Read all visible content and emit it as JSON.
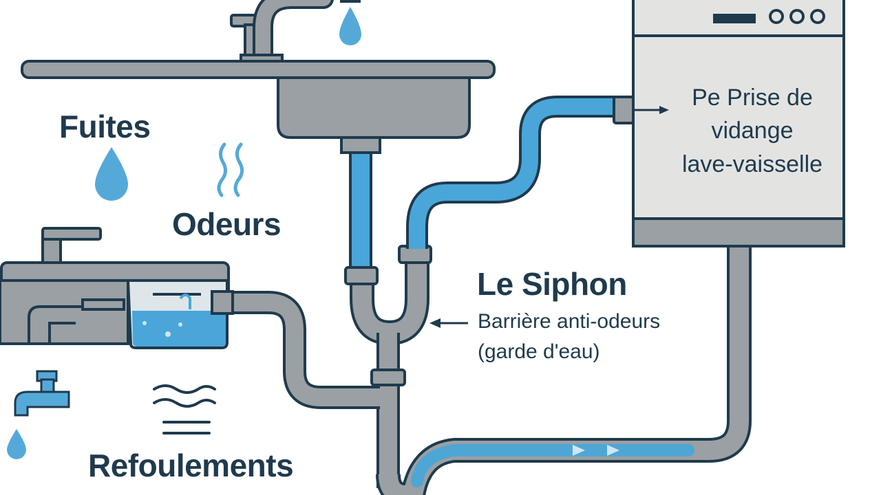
{
  "labels": {
    "leaks": "Fuites",
    "odors": "Odeurs",
    "backflow": "Refoulements",
    "siphon_title": "Le Siphon",
    "siphon_desc_1": "Barrière anti-odeurs",
    "siphon_desc_2": "(garde d'eau)",
    "dishwasher_1": "Pe Prise de",
    "dishwasher_2": "vidange",
    "dishwasher_3": "lave-vaisselle"
  },
  "colors": {
    "outline": "#1f3a4d",
    "pipe_gray": "#9aa0a3",
    "water_blue": "#4aa6d8",
    "drop_blue": "#55a9d9",
    "panel_light": "#e3e4e2"
  },
  "icons": [
    "water-drop-icon",
    "odor-waves-icon",
    "faucet-icon",
    "backflow-waves-icon"
  ]
}
